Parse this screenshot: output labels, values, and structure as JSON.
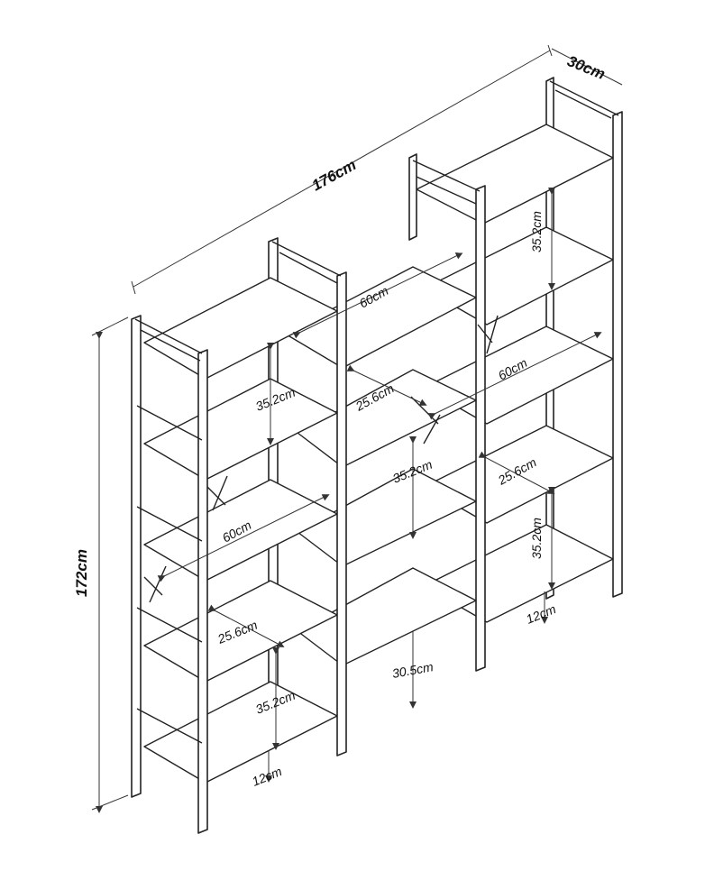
{
  "dimensions": {
    "overall_width": "176cm",
    "depth": "30cm",
    "height": "172cm",
    "shelf_width": "60cm",
    "shelf_depth": "25.6cm",
    "shelf_spacing": "35.2cm",
    "bottom_clearance": "12cm",
    "middle_bottom_clearance": "30.5cm"
  }
}
